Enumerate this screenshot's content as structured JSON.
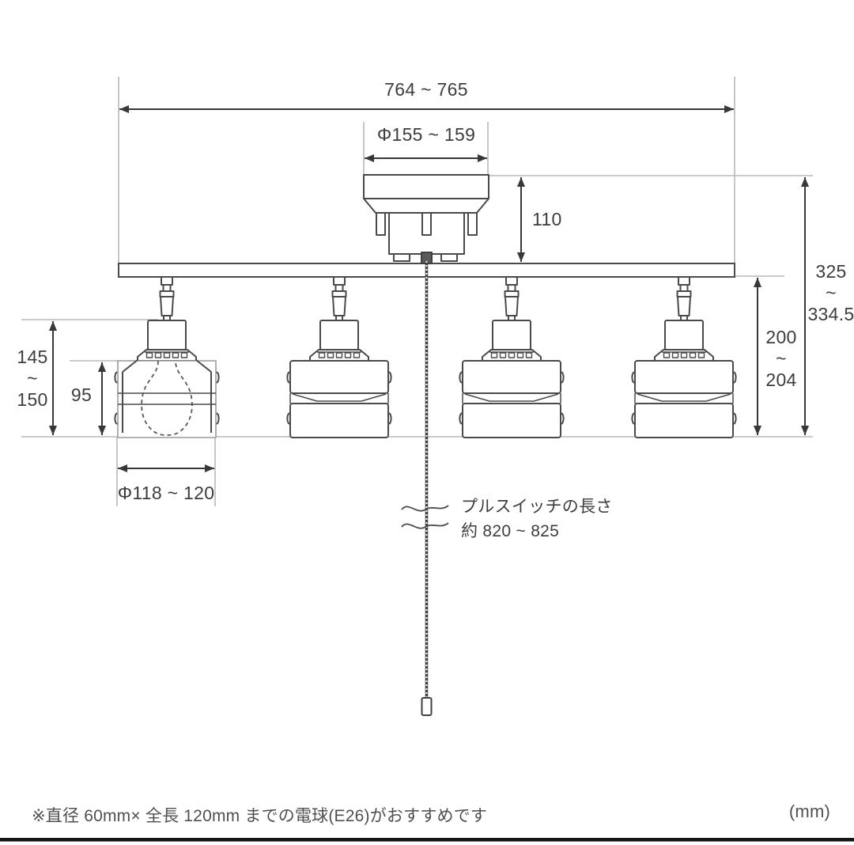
{
  "diagram": {
    "dimensions": {
      "total_width": "764 ~ 765",
      "canopy_diameter": "Φ155 ~ 159",
      "canopy_height": "110",
      "total_height": "325\n~\n334.5",
      "bar_to_shade_bottom": "200\n~\n204",
      "shade_total_height": "145\n~\n150",
      "shade_glass_height": "95",
      "shade_diameter": "Φ118 ~ 120"
    },
    "pull_switch": {
      "label": "プルスイッチの長さ",
      "length": "約 820 ~ 825"
    },
    "footer": {
      "note": "※直径 60mm× 全長 120mm までの電球(E26)がおすすめです",
      "unit": "(mm)"
    },
    "colors": {
      "outline": "#4a4a4a",
      "dimension_line": "#383838",
      "extension_line": "#b8b8b8",
      "text": "#3d3d3d",
      "background": "#ffffff",
      "footer_bar": "#151515"
    }
  }
}
